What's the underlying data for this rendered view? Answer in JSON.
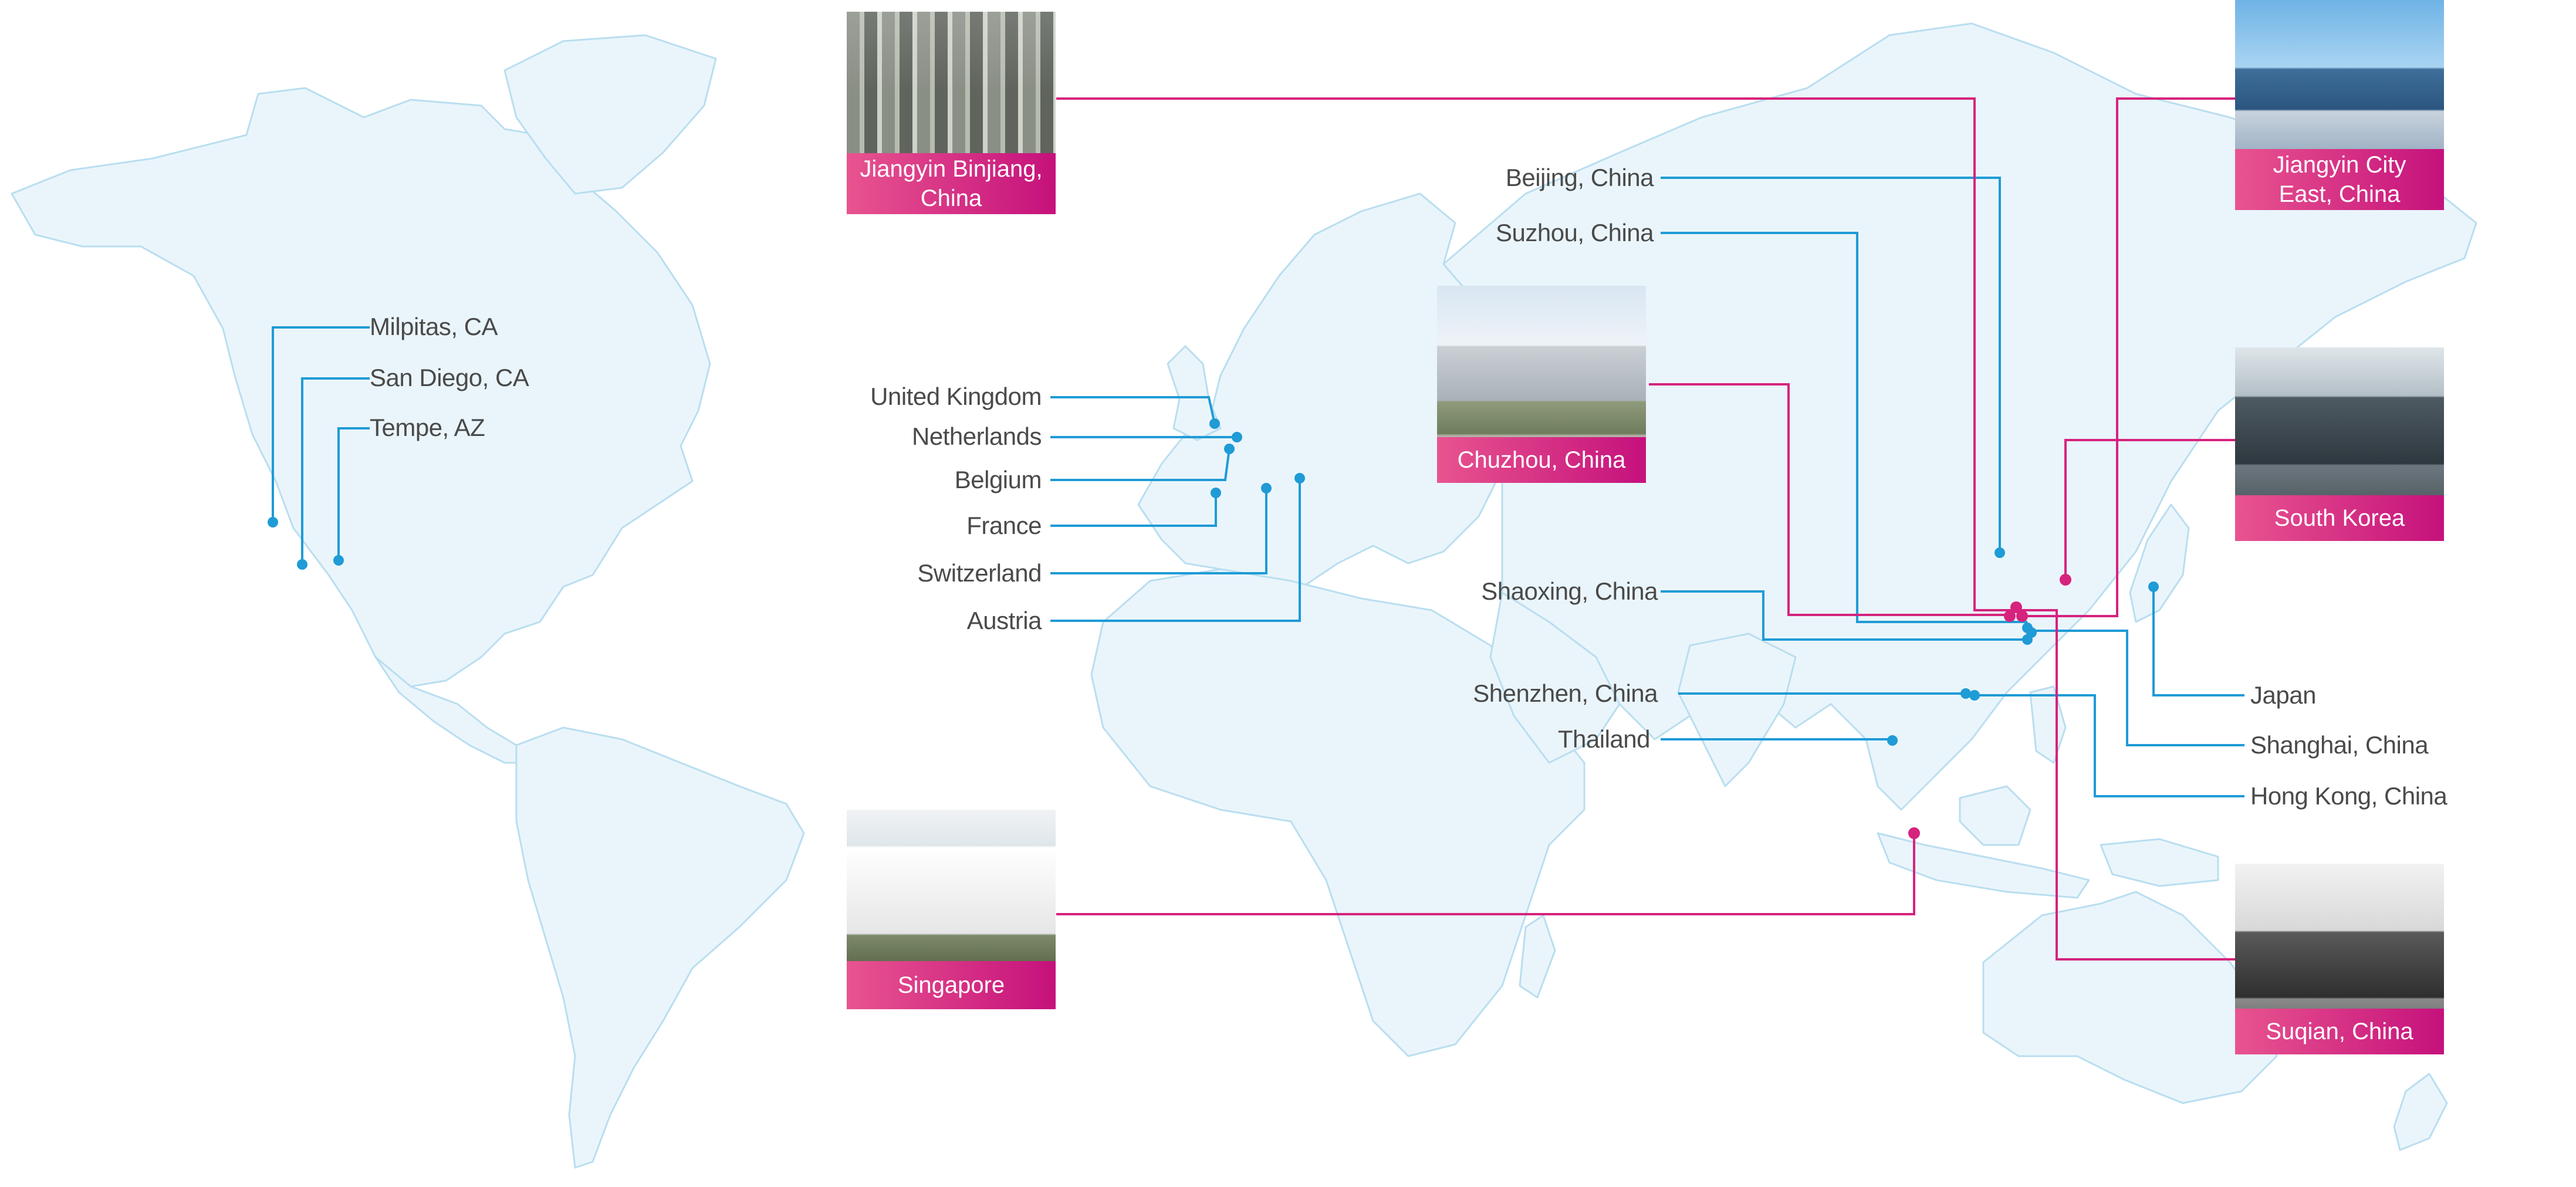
{
  "map": {
    "land_color": "#eaf5fb",
    "coast_color": "#b9def0",
    "blue_leader_color": "#1f9bd6",
    "pink_leader_color": "#d6237d",
    "caption_gradient": [
      "#e8548f",
      "#c5117c"
    ]
  },
  "locations": {
    "milpitas": "Milpitas, CA",
    "san_diego": "San Diego, CA",
    "tempe": "Tempe, AZ",
    "uk": "United Kingdom",
    "netherlands": "Netherlands",
    "belgium": "Belgium",
    "france": "France",
    "switzerland": "Switzerland",
    "austria": "Austria",
    "beijing": "Beijing, China",
    "suzhou": "Suzhou, China",
    "shaoxing": "Shaoxing, China",
    "shenzhen": "Shenzhen, China",
    "thailand": "Thailand",
    "japan": "Japan",
    "shanghai": "Shanghai, China",
    "hong_kong": "Hong Kong, China"
  },
  "facilities": {
    "jiangyin_binjiang": "Jiangyin Binjiang,\nChina",
    "jiangyin_east": "Jiangyin City\nEast, China",
    "chuzhou": "Chuzhou, China",
    "south_korea": "South Korea",
    "suqian": "Suqian, China",
    "singapore": "Singapore"
  }
}
